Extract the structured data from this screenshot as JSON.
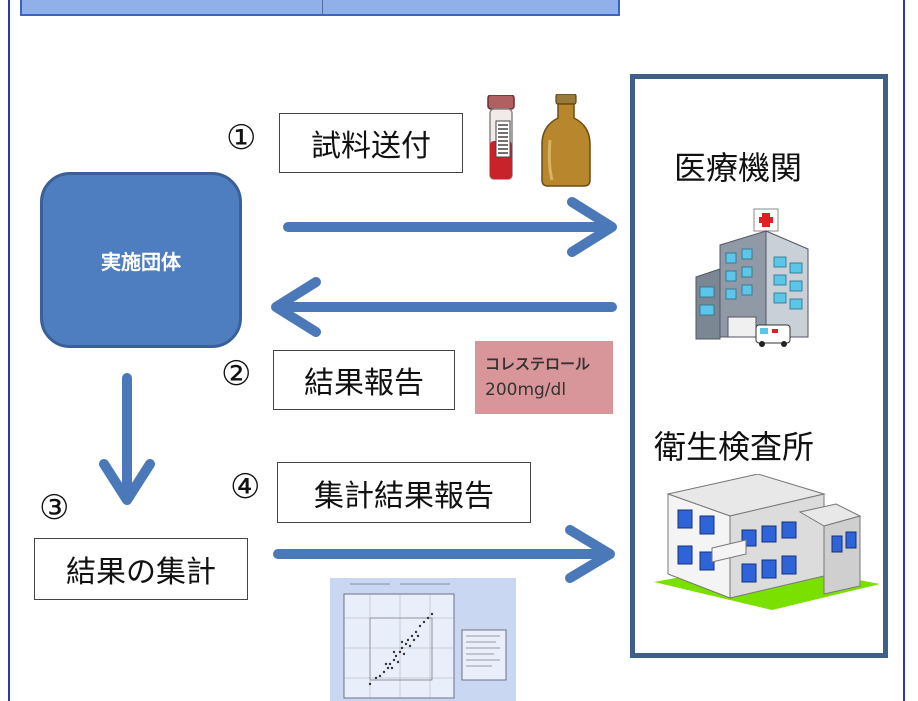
{
  "steps": {
    "s1_num": "①",
    "s1_label": "試料送付",
    "s2_num": "②",
    "s2_label": "結果報告",
    "s3_num": "③",
    "s3_label": "結果の集計",
    "s4_num": "④",
    "s4_label": "集計結果報告"
  },
  "organizer": "実施団体",
  "medical": "医療機関",
  "lab": "衛生検査所",
  "result_example": {
    "analyte": "コレステロール",
    "value": "200mg/dl"
  },
  "colors": {
    "arrow": "#4a78b8",
    "organizer_fill": "#4f7ec0",
    "frame": "#3e5f86",
    "result_bg": "#d9969a"
  }
}
